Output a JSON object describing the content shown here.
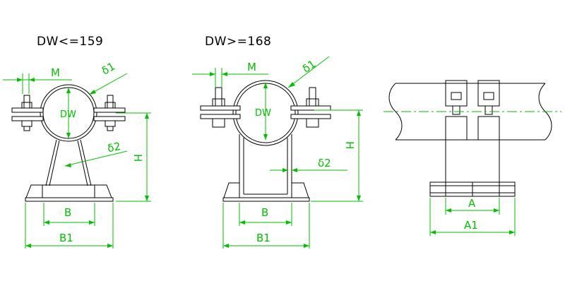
{
  "colors": {
    "outline": "#000000",
    "dimension": "#00c000",
    "background": "#ffffff"
  },
  "views": {
    "left": {
      "title": "DW<=159",
      "labels": {
        "m": "M",
        "delta1": "δ1",
        "dw": "DW",
        "delta2": "δ2",
        "h": "H",
        "b": "B",
        "b1": "B1"
      }
    },
    "middle": {
      "title": "DW>=168",
      "labels": {
        "m": "M",
        "delta1": "δ1",
        "dw": "DW",
        "delta2": "δ2",
        "h": "H",
        "b": "B",
        "b1": "B1"
      }
    },
    "right": {
      "labels": {
        "a": "A",
        "a1": "A1"
      }
    }
  }
}
